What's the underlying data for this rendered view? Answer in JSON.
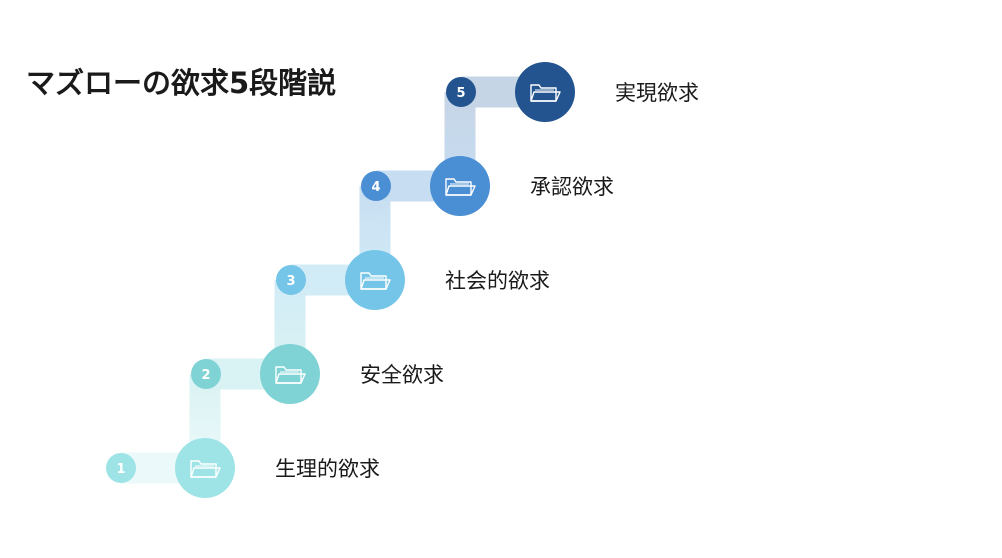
{
  "diagram": {
    "title": "マズローの欲求5段階説",
    "steps": [
      {
        "number": "1",
        "label": "生理的欲求",
        "color": "#9EE4E6",
        "light": "#ECF9FA",
        "icon": "folder-icon"
      },
      {
        "number": "2",
        "label": "安全欲求",
        "color": "#7FD3D4",
        "light": "#D9F2F3",
        "icon": "folder-icon"
      },
      {
        "number": "3",
        "label": "社会的欲求",
        "color": "#74C5E7",
        "light": "#D2ECF7",
        "icon": "folder-icon"
      },
      {
        "number": "4",
        "label": "承認欲求",
        "color": "#4A8ED3",
        "light": "#C7DDF1",
        "icon": "folder-icon"
      },
      {
        "number": "5",
        "label": "実現欲求",
        "color": "#23548F",
        "light": "#C6D5E6",
        "icon": "folder-icon"
      }
    ]
  }
}
